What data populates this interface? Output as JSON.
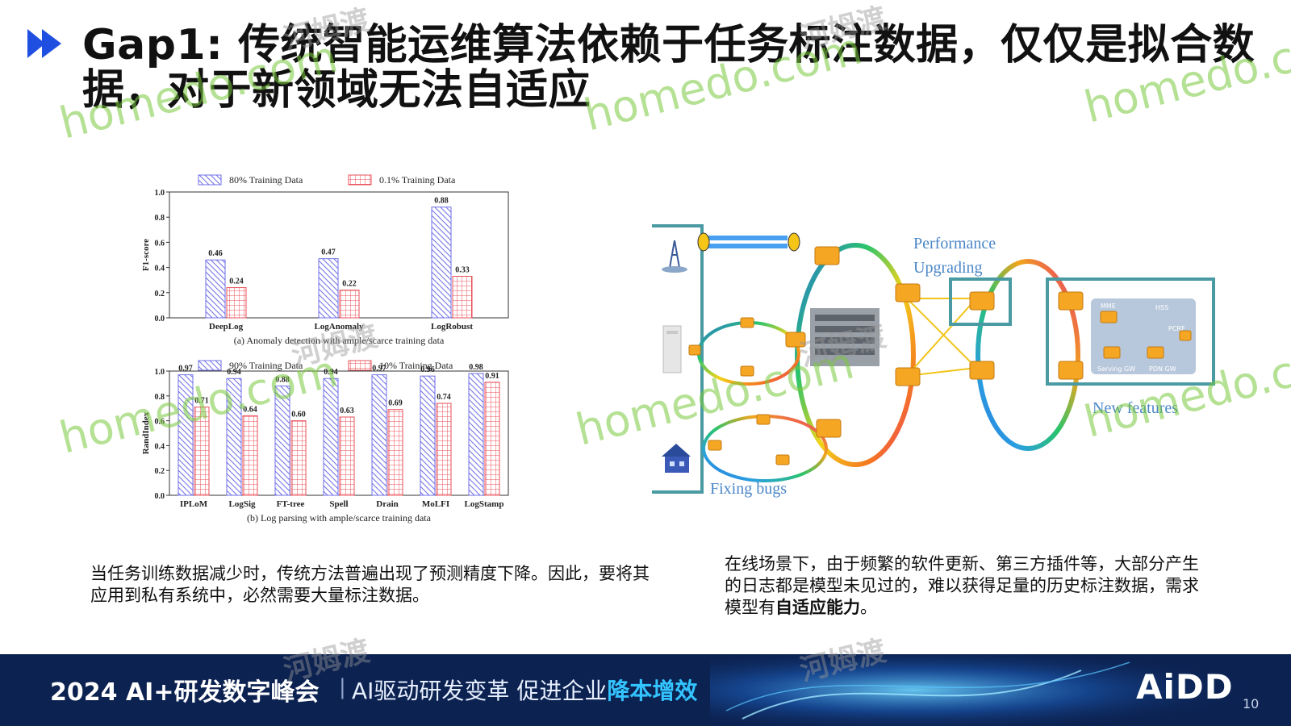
{
  "slide": {
    "title": "Gap1: 传统智能运维算法依赖于任务标注数据，仅仅是拟合数据，对于新领域无法自适应",
    "left_caption": "当任务训练数据减少时，传统方法普遍出现了预测精度下降。因此，要将其应用到私有系统中，必然需要大量标注数据。",
    "right_caption_plain": "在线场景下，由于频繁的软件更新、第三方插件等，大部分产生的日志都是模型未见过的，难以获得足量的历史标注数据，需求模型有",
    "right_caption_bold": "自适应能力",
    "right_caption_end": "。",
    "page_number": "10"
  },
  "footer": {
    "event": "2024 AI+研发数字峰会",
    "separator": "|",
    "slogan_part1": "AI驱动研发变革  促进企业",
    "slogan_highlight": "降本增效",
    "logo": "AiDD"
  },
  "watermarks": {
    "text": "homedo.com",
    "cn": "河姆渡"
  },
  "diagram": {
    "label_performance": "Performance",
    "label_upgrading": "Upgrading",
    "label_new_features": "New features",
    "label_fixing_bugs": "Fixing bugs",
    "label_mme": "MME",
    "label_hss": "HSS",
    "label_pcrf": "PCRF",
    "label_serving_gw": "Serving GW",
    "label_pdn_gw": "PDN GW"
  },
  "chart_data": [
    {
      "type": "bar",
      "categories": [
        "DeepLog",
        "LogAnomaly",
        "LogRobust"
      ],
      "series": [
        {
          "name": "80% Training Data",
          "values": [
            0.46,
            0.47,
            0.88
          ],
          "color": "#6f6fe8"
        },
        {
          "name": "0.1% Training Data",
          "values": [
            0.24,
            0.22,
            0.33
          ],
          "color": "#e8505a"
        }
      ],
      "xlabel": "",
      "ylabel": "F1-score",
      "ylim": [
        0,
        1.0
      ],
      "yticks": [
        "0.0",
        "0.2",
        "0.4",
        "0.6",
        "0.8",
        "1.0"
      ],
      "caption": "(a) Anomaly detection with ample/scarce training data",
      "legend": "top"
    },
    {
      "type": "bar",
      "categories": [
        "IPLoM",
        "LogSig",
        "FT-tree",
        "Spell",
        "Drain",
        "MoLFI",
        "LogStamp"
      ],
      "series": [
        {
          "name": "90% Training Data",
          "values": [
            0.97,
            0.94,
            0.88,
            0.94,
            0.97,
            0.96,
            0.98
          ],
          "color": "#6f6fe8"
        },
        {
          "name": "10% Training Data",
          "values": [
            0.71,
            0.64,
            0.6,
            0.63,
            0.69,
            0.74,
            0.91
          ],
          "color": "#e8505a"
        }
      ],
      "xlabel": "",
      "ylabel": "RandIndex",
      "ylim": [
        0,
        1.0
      ],
      "yticks": [
        "0.0",
        "0.2",
        "0.4",
        "0.6",
        "0.8",
        "1.0"
      ],
      "caption": "(b) Log parsing with ample/scarce training data",
      "legend": "top"
    }
  ]
}
